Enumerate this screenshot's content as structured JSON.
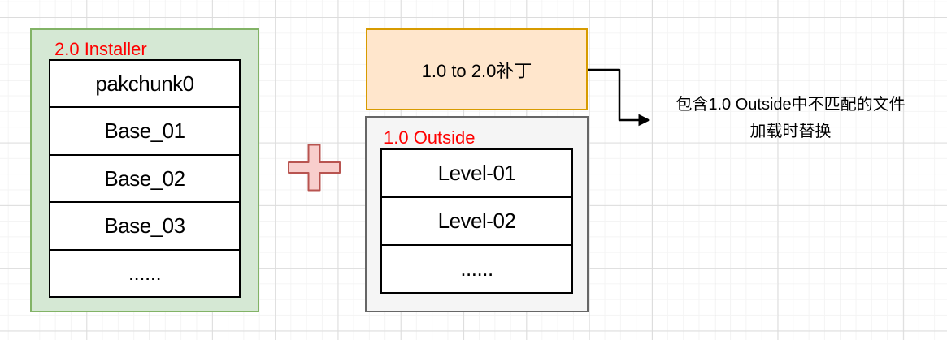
{
  "installer": {
    "title": "2.0 Installer",
    "items": [
      "pakchunk0",
      "Base_01",
      "Base_02",
      "Base_03",
      "......"
    ]
  },
  "patch": {
    "title": "1.0 to 2.0补丁"
  },
  "outside": {
    "title": "1.0 Outside",
    "items": [
      "Level-01",
      "Level-02",
      "......"
    ]
  },
  "annotation": {
    "line1": "包含1.0 Outside中不匹配的文件",
    "line2": "加载时替换"
  },
  "colors": {
    "installer_fill": "#d5e8d4",
    "installer_stroke": "#82b366",
    "patch_fill": "#ffe6cc",
    "patch_stroke": "#d79b00",
    "outside_fill": "#f5f5f5",
    "outside_stroke": "#666666",
    "plus_fill": "#f8cecc",
    "plus_stroke": "#b85450",
    "item_stroke": "#000000",
    "label_red": "#ff0000",
    "text_black": "#000000"
  }
}
